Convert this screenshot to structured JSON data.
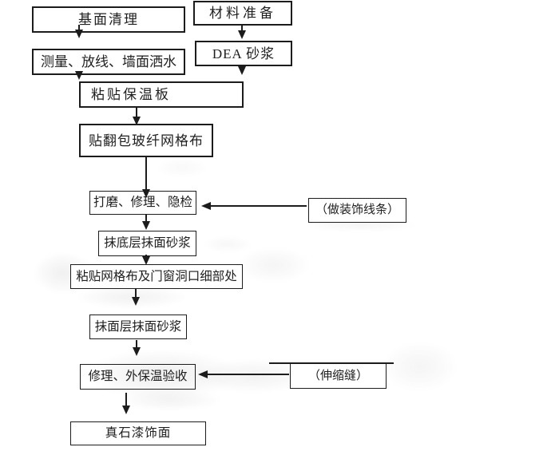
{
  "colors": {
    "background": "#ffffff",
    "line": "#1c1c1c",
    "text": "#1f1f1f"
  },
  "flowchart": {
    "nodes": {
      "base_clean": "基面清理",
      "material_prep": "材料准备",
      "measure_line_water": "测量、放线、墙面洒水",
      "dea_mortar": "DEA 砂浆",
      "paste_insulation_board": "粘贴保温板",
      "wrap_fiberglass_mesh": "贴翻包玻纤网格布",
      "grind_repair_inspect": "打磨、修理、隐检",
      "decorative_lines": "（做装饰线条）",
      "base_coat_mortar": "抹底层抹面砂浆",
      "mesh_and_openings_detail": "粘贴网格布及门窗洞口细部处",
      "surface_coat_mortar": "抹面层抹面砂浆",
      "repair_insulation_acceptance": "修理、外保温验收",
      "expansion_joint": "（伸缩缝）",
      "stone_paint_finish": "真石漆饰面"
    },
    "edges": [
      {
        "from": "base_clean",
        "to": "measure_line_water"
      },
      {
        "from": "material_prep",
        "to": "dea_mortar"
      },
      {
        "from": "measure_line_water",
        "to": "paste_insulation_board"
      },
      {
        "from": "dea_mortar",
        "to": "paste_insulation_board"
      },
      {
        "from": "paste_insulation_board",
        "to": "wrap_fiberglass_mesh"
      },
      {
        "from": "wrap_fiberglass_mesh",
        "to": "grind_repair_inspect"
      },
      {
        "from": "decorative_lines",
        "to": "grind_repair_inspect"
      },
      {
        "from": "grind_repair_inspect",
        "to": "base_coat_mortar"
      },
      {
        "from": "base_coat_mortar",
        "to": "mesh_and_openings_detail"
      },
      {
        "from": "mesh_and_openings_detail",
        "to": "surface_coat_mortar"
      },
      {
        "from": "surface_coat_mortar",
        "to": "repair_insulation_acceptance"
      },
      {
        "from": "expansion_joint",
        "to": "repair_insulation_acceptance"
      },
      {
        "from": "repair_insulation_acceptance",
        "to": "stone_paint_finish"
      }
    ]
  }
}
